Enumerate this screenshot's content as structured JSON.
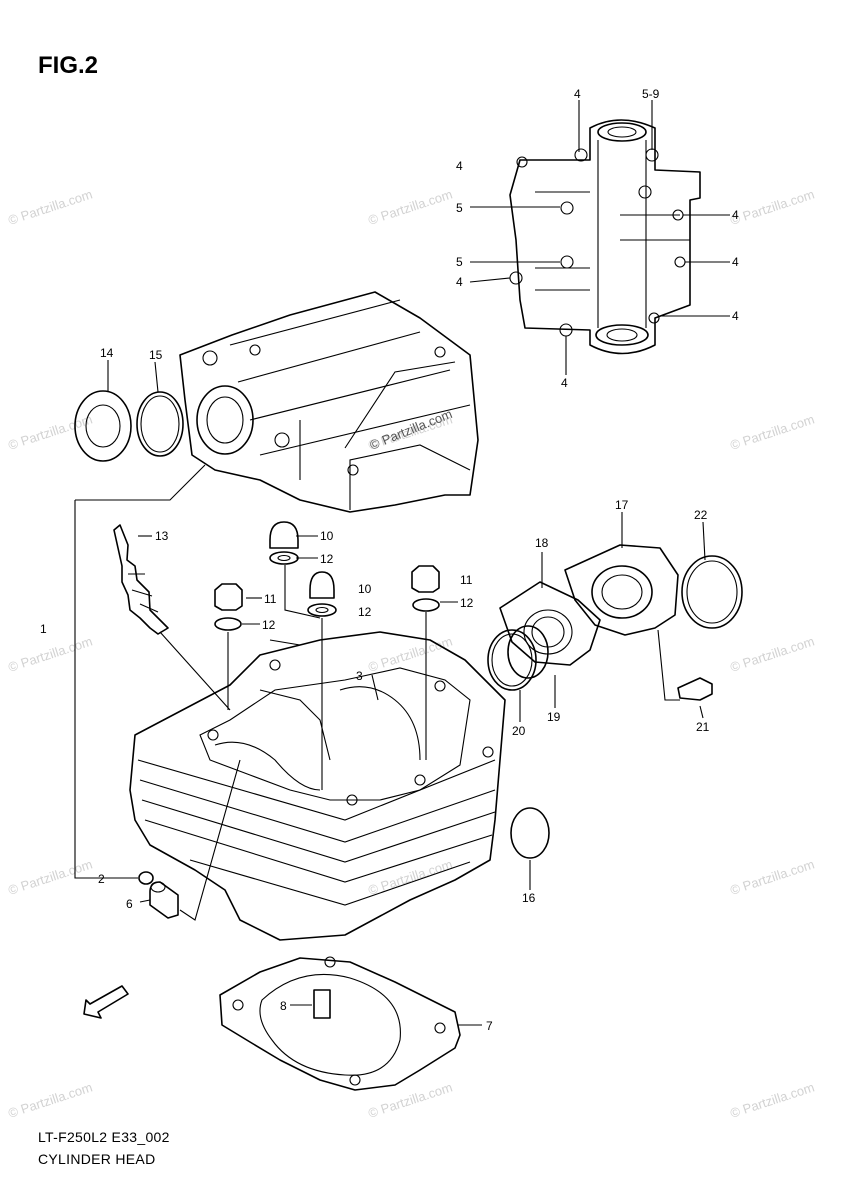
{
  "figure": {
    "title": "FIG.2",
    "code": "LT-F250L2 E33_002",
    "name": "CYLINDER HEAD"
  },
  "watermark": {
    "text": "© Partzilla.com"
  },
  "callouts": [
    {
      "id": "c4a",
      "text": "4"
    },
    {
      "id": "c59",
      "text": "5-9"
    },
    {
      "id": "c4b",
      "text": "4"
    },
    {
      "id": "c5a",
      "text": "5"
    },
    {
      "id": "c5b",
      "text": "5"
    },
    {
      "id": "c4c",
      "text": "4"
    },
    {
      "id": "c4d",
      "text": "4"
    },
    {
      "id": "c4e",
      "text": "4"
    },
    {
      "id": "c4f",
      "text": "4"
    },
    {
      "id": "c4g",
      "text": "4"
    },
    {
      "id": "c14",
      "text": "14"
    },
    {
      "id": "c15",
      "text": "15"
    },
    {
      "id": "c13",
      "text": "13"
    },
    {
      "id": "c10a",
      "text": "10"
    },
    {
      "id": "c12a",
      "text": "12"
    },
    {
      "id": "c10b",
      "text": "10"
    },
    {
      "id": "c12b",
      "text": "12"
    },
    {
      "id": "c11a",
      "text": "11"
    },
    {
      "id": "c12c",
      "text": "12"
    },
    {
      "id": "c11b",
      "text": "11"
    },
    {
      "id": "c12d",
      "text": "12"
    },
    {
      "id": "c3",
      "text": "3"
    },
    {
      "id": "c1",
      "text": "1"
    },
    {
      "id": "c17",
      "text": "17"
    },
    {
      "id": "c18",
      "text": "18"
    },
    {
      "id": "c22",
      "text": "22"
    },
    {
      "id": "c20",
      "text": "20"
    },
    {
      "id": "c19",
      "text": "19"
    },
    {
      "id": "c21",
      "text": "21"
    },
    {
      "id": "c16",
      "text": "16"
    },
    {
      "id": "c2",
      "text": "2"
    },
    {
      "id": "c6",
      "text": "6"
    },
    {
      "id": "c8",
      "text": "8"
    },
    {
      "id": "c7",
      "text": "7"
    }
  ],
  "icons": {
    "front_arrow": "front-arrow-icon"
  }
}
